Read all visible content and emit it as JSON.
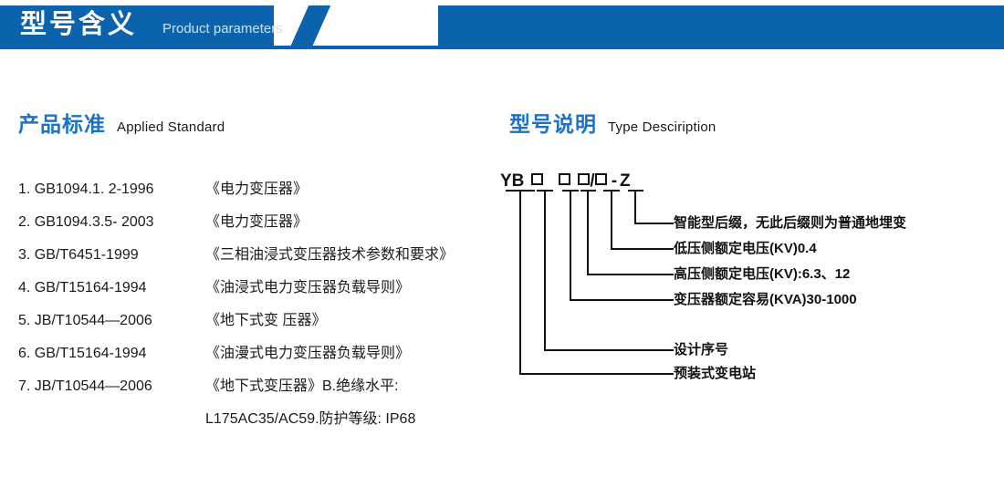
{
  "banner": {
    "title_cn": "型号含义",
    "title_en": "Product parameters",
    "bar_color": "#0b63ad"
  },
  "sections": {
    "left": {
      "heading_cn": "产品标准",
      "heading_en": "Applied Standard",
      "heading_color": "#1a73c8"
    },
    "right": {
      "heading_cn": "型号说明",
      "heading_en": "Type Desciription",
      "heading_color": "#1a73c8"
    }
  },
  "standards": [
    {
      "code": "1. GB1094.1. 2-1996",
      "name": "《电力变压器》"
    },
    {
      "code": "2. GB1094.3.5- 2003",
      "name": "《电力变压器》"
    },
    {
      "code": "3. GB/T6451-1999",
      "name": "《三相油浸式变压器技术参数和要求》"
    },
    {
      "code": "4. GB/T15164-1994",
      "name": "《油浸式电力变压器负载导则》"
    },
    {
      "code": "5. JB/T10544—2006",
      "name": "《地下式变 压器》"
    },
    {
      "code": "6. GB/T15164-1994",
      "name": "《油漫式电力变压器负载导则》"
    },
    {
      "code": "7. JB/T10544—2006",
      "name": "《地下式变压器》B.绝缘水平:"
    }
  ],
  "standards_continuation": "L175AC35/AC59.防护等级: IP68",
  "type_code": {
    "prefix": "YB",
    "slash": "/",
    "dash": "-",
    "suffix": "Z",
    "box_glyph": "□"
  },
  "type_labels": [
    {
      "text": "智能型后缀，无此后缀则为普通地埋变"
    },
    {
      "text": "低压侧额定电压(KV)0.4"
    },
    {
      "text": "高压侧额定电压(KV):6.3、12"
    },
    {
      "text": "变压器额定容易(KVA)30-1000"
    },
    {
      "text": "设计序号"
    },
    {
      "text": "预装式变电站"
    }
  ]
}
